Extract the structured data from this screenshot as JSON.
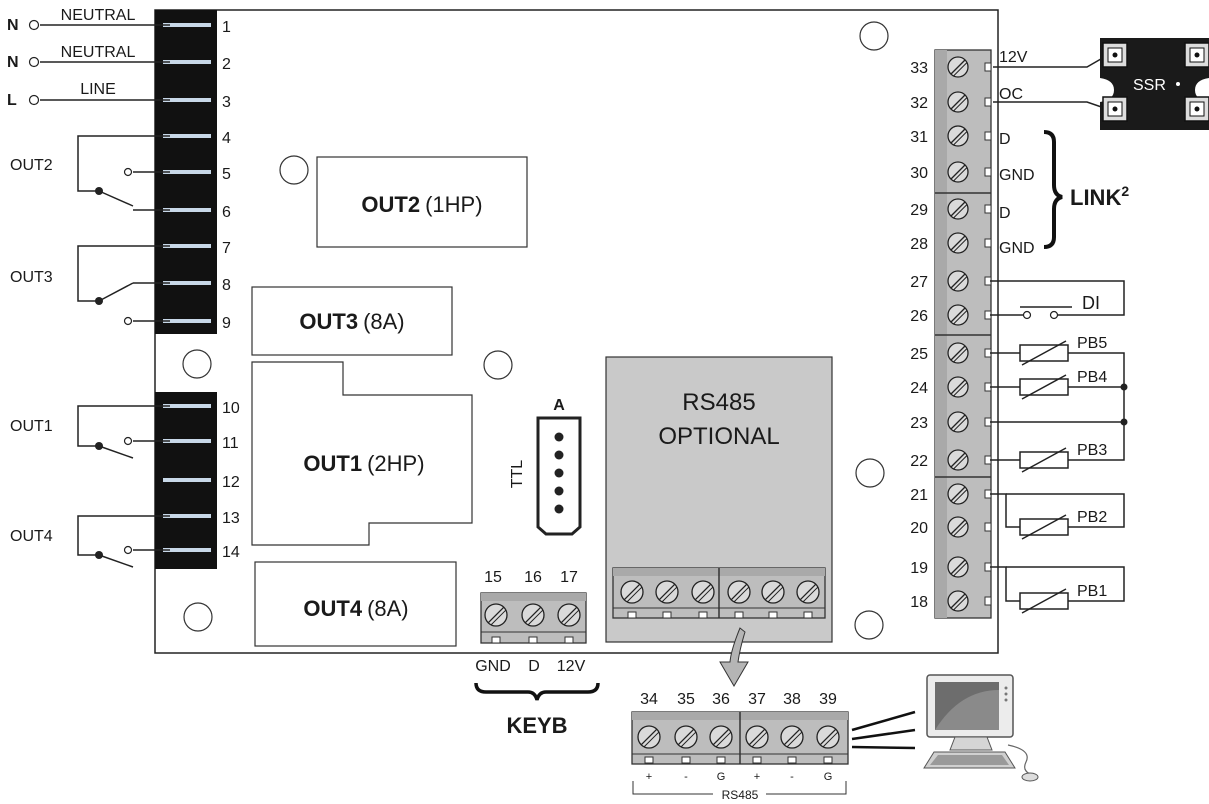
{
  "left_power": [
    {
      "symbol": "N",
      "label": "NEUTRAL"
    },
    {
      "symbol": "N",
      "label": "NEUTRAL"
    },
    {
      "symbol": "L",
      "label": "LINE"
    }
  ],
  "left_terminals": [
    "1",
    "2",
    "3",
    "4",
    "5",
    "6",
    "7",
    "8",
    "9"
  ],
  "left_terminals_b": [
    "10",
    "11",
    "12",
    "13",
    "14"
  ],
  "left_outputs": [
    "OUT2",
    "OUT3",
    "OUT1",
    "OUT4"
  ],
  "relay_boxes": [
    {
      "name": "OUT2",
      "rating": "(1HP)"
    },
    {
      "name": "OUT3",
      "rating": "(8A)"
    },
    {
      "name": "OUT1",
      "rating": "(2HP)"
    },
    {
      "name": "OUT4",
      "rating": "(8A)"
    }
  ],
  "ttl": {
    "letter": "A",
    "label": "TTL"
  },
  "rs485_module": {
    "line1": "RS485",
    "line2": "OPTIONAL"
  },
  "keyb": {
    "numbers": [
      "15",
      "16",
      "17"
    ],
    "signals": [
      "GND",
      "D",
      "12V"
    ],
    "label": "KEYB"
  },
  "rs485_ext": {
    "numbers": [
      "34",
      "35",
      "36",
      "37",
      "38",
      "39"
    ],
    "signs": [
      "+",
      "-",
      "G",
      "+",
      "-",
      "G"
    ],
    "label": "RS485"
  },
  "right_terminals": [
    "33",
    "32",
    "31",
    "30",
    "29",
    "28",
    "27",
    "26",
    "25",
    "24",
    "23",
    "22",
    "21",
    "20",
    "19",
    "18"
  ],
  "right_signals": [
    "12V",
    "OC",
    "D",
    "GND",
    "D",
    "GND"
  ],
  "ssr": {
    "label": "SSR"
  },
  "link": {
    "label": "LINK",
    "superscript": "2"
  },
  "di": {
    "label": "DI"
  },
  "probes": [
    "PB5",
    "PB4",
    "PB3",
    "PB2",
    "PB1"
  ]
}
